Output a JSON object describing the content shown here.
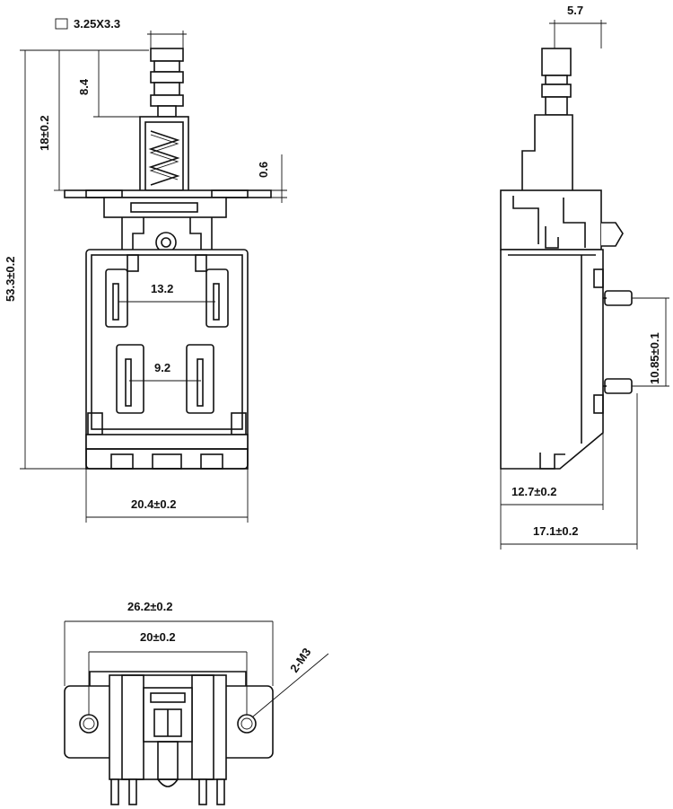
{
  "front_view": {
    "dimensions": {
      "stem_square": "3.25X3.3",
      "stem_height": "8.4",
      "upper_height": "18±0.2",
      "total_height": "53.3±0.2",
      "plate_thickness": "0.6",
      "terminal_pitch_upper": "13.2",
      "terminal_pitch_lower": "9.2",
      "body_width": "20.4±0.2"
    }
  },
  "side_view": {
    "dimensions": {
      "stem_width": "5.7",
      "pin_pitch": "10.85±0.1",
      "body_depth": "12.7±0.2",
      "overall_depth": "17.1±0.2"
    }
  },
  "bottom_view": {
    "dimensions": {
      "overall_width": "26.2±0.2",
      "hole_pitch": "20±0.2",
      "mounting_holes": "2-M3"
    }
  }
}
